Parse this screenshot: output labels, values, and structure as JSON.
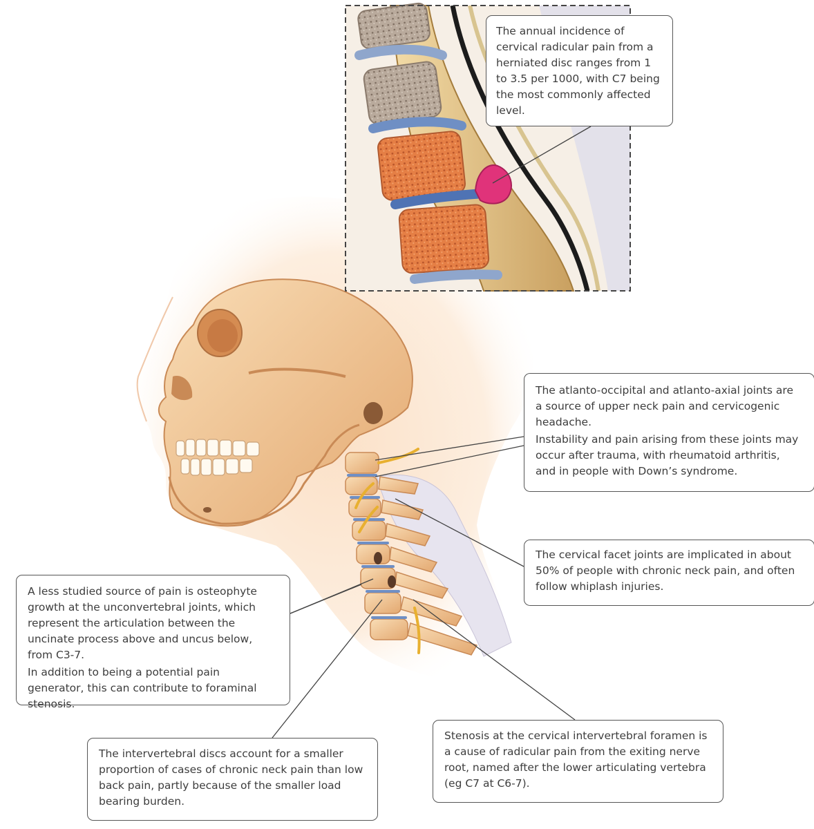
{
  "callouts": {
    "disc_incidence": "The annual incidence of cervical radicular pain from a herniated disc ranges from 1 to 3.5 per 1000, with C7 being the most commonly affected level.",
    "atlanto": [
      "The atlanto-occipital and atlanto-axial joints are a source of upper neck pain and cervicogenic headache.",
      "Instability and pain arising from these joints may occur after trauma, with rheumatoid arthritis, and in people with Down’s syndrome."
    ],
    "facet": "The cervical facet joints are implicated in about 50% of people with chronic neck pain, and often follow whiplash injuries.",
    "osteophyte": [
      "A less studied source of pain is osteophyte growth at the unconvertebral joints, which represent the articulation between the uncinate process above and uncus below, from C3-7.",
      "In addition to being a potential pain generator, this can contribute to foraminal stenosis."
    ],
    "discs": "The intervertebral discs account for a smaller proportion of cases of chronic neck pain than low back pain, partly because of the smaller load bearing burden.",
    "stenosis": "Stenosis at the cervical intervertebral foramen is a cause of radicular pain from the exiting nerve root, named after the lower articulating vertebra (eg C7 at C6-7)."
  },
  "colors": {
    "bone": "#f2c99a",
    "bone_shadow": "#d9975c",
    "skin": "#fbe3cf",
    "vertebral_body": "#e0804a",
    "disc": "#6f8fc4",
    "spinal_cord": "#e6c98a",
    "herniation": "#e0337a",
    "nerve": "#e8b030",
    "leader_line": "#444444"
  },
  "icons": [
    "skull-illustration",
    "cervical-spine-illustration",
    "herniated-disc-inset"
  ]
}
